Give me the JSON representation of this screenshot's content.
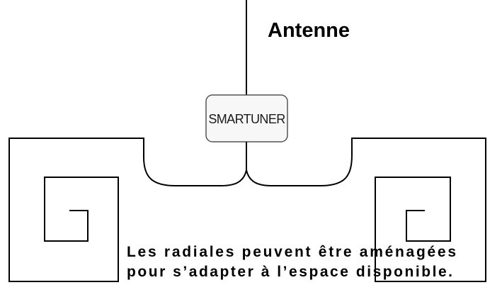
{
  "antenna_label": "Antenne",
  "tuner_label": "SMARTUNER",
  "caption": {
    "line1": "Les radiales peuvent être aménagées",
    "line2": "pour s’adapter à l’espace disponible."
  },
  "colors": {
    "background": "#ffffff",
    "lines": "#000000",
    "tuner_fill": "#f7f7f7",
    "tuner_stroke": "#555555"
  }
}
